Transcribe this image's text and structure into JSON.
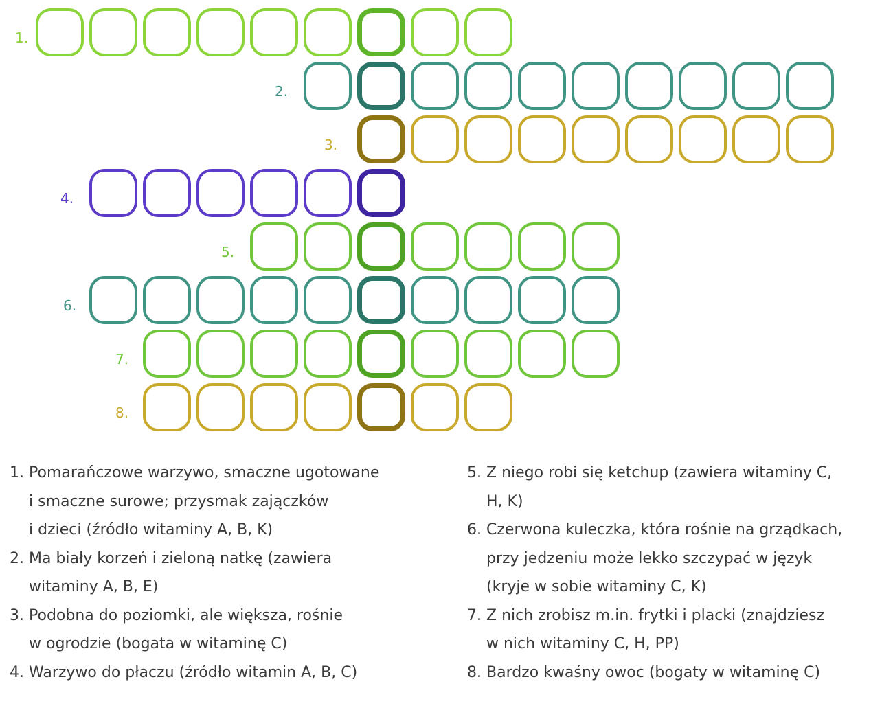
{
  "colors": {
    "light_green": "#8bd43a",
    "light_green_key": "#5fb52a",
    "teal": "#3f9484",
    "teal_key": "#2b7668",
    "gold": "#c9a92c",
    "gold_key": "#8e7414",
    "purple": "#5b3bc8",
    "purple_key": "#3e24a0",
    "green": "#6fc63a",
    "green_key": "#4ea324"
  },
  "crossword": {
    "rows": [
      {
        "num": "1.",
        "cells": 9,
        "key_index": 6,
        "color": "light_green"
      },
      {
        "num": "2.",
        "cells": 10,
        "key_index": 1,
        "color": "teal"
      },
      {
        "num": "3.",
        "cells": 9,
        "key_index": 0,
        "color": "gold"
      },
      {
        "num": "4.",
        "cells": 6,
        "key_index": 5,
        "color": "purple"
      },
      {
        "num": "5.",
        "cells": 7,
        "key_index": 2,
        "color": "green"
      },
      {
        "num": "6.",
        "cells": 10,
        "key_index": 5,
        "color": "teal"
      },
      {
        "num": "7.",
        "cells": 9,
        "key_index": 4,
        "color": "green"
      },
      {
        "num": "8.",
        "cells": 7,
        "key_index": 4,
        "color": "gold"
      }
    ]
  },
  "clues": {
    "left": [
      {
        "num": "1.",
        "lines": [
          "Pomarańczowe warzywo, smaczne ugotowane",
          "i smaczne surowe; przysmak zajączków",
          "i dzieci (źródło witaminy A, B, K)"
        ]
      },
      {
        "num": "2.",
        "lines": [
          "Ma biały korzeń i zieloną natkę (zawiera",
          "witaminy A, B, E)"
        ]
      },
      {
        "num": "3.",
        "lines": [
          "Podobna do poziomki, ale większa, rośnie",
          "w ogrodzie (bogata w witaminę C)"
        ]
      },
      {
        "num": "4.",
        "lines": [
          "Warzywo do płaczu (źródło witamin A, B, C)"
        ]
      }
    ],
    "right": [
      {
        "num": "5.",
        "lines": [
          "Z niego robi się ketchup (zawiera witaminy C,",
          "H, K)"
        ]
      },
      {
        "num": "6.",
        "lines": [
          "Czerwona kuleczka, która rośnie na grządkach,",
          "przy jedzeniu może lekko szczypać w język",
          "(kryje w sobie witaminy C, K)"
        ]
      },
      {
        "num": "7.",
        "lines": [
          "Z nich zrobisz m.in. frytki i placki (znajdziesz",
          "w nich witaminy C, H, PP)"
        ]
      },
      {
        "num": "8.",
        "lines": [
          "Bardzo kwaśny owoc (bogaty w witaminę C)"
        ]
      }
    ]
  }
}
